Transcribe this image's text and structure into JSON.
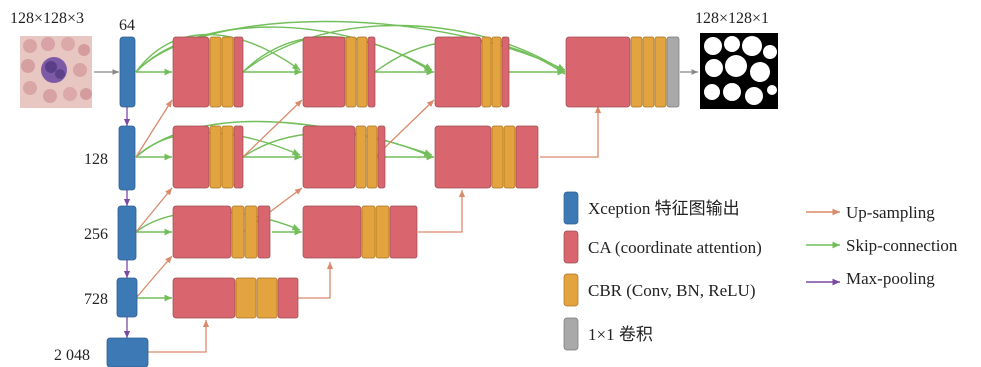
{
  "input": {
    "label": "128×128×3",
    "image_icon": "blood-cell-micrograph"
  },
  "output": {
    "label": "128×128×1",
    "image_icon": "binary-segmentation-mask"
  },
  "encoder_labels": [
    "64",
    "128",
    "256",
    "728",
    "2 048"
  ],
  "legend_blocks": [
    {
      "label": "Xception 特征图输出",
      "color": "#3d79b4"
    },
    {
      "label": "CA (coordinate attention)",
      "color": "#d9656f"
    },
    {
      "label": "CBR (Conv, BN, ReLU)",
      "color": "#e3a33e"
    },
    {
      "label": "1×1 卷积",
      "color": "#a9a9a9"
    }
  ],
  "legend_arrows": [
    {
      "label": "Up-sampling",
      "color": "#d98a6a"
    },
    {
      "label": "Skip-connection",
      "color": "#72bf5a"
    },
    {
      "label": "Max-pooling",
      "color": "#7a4aa3"
    }
  ],
  "colors": {
    "encoder": "#3d79b4",
    "ca": "#d9656f",
    "cbr": "#e3a33e",
    "conv1x1": "#a9a9a9",
    "upsampling": "#d98a6a",
    "skip": "#72bf5a",
    "maxpool": "#7a4aa3"
  }
}
